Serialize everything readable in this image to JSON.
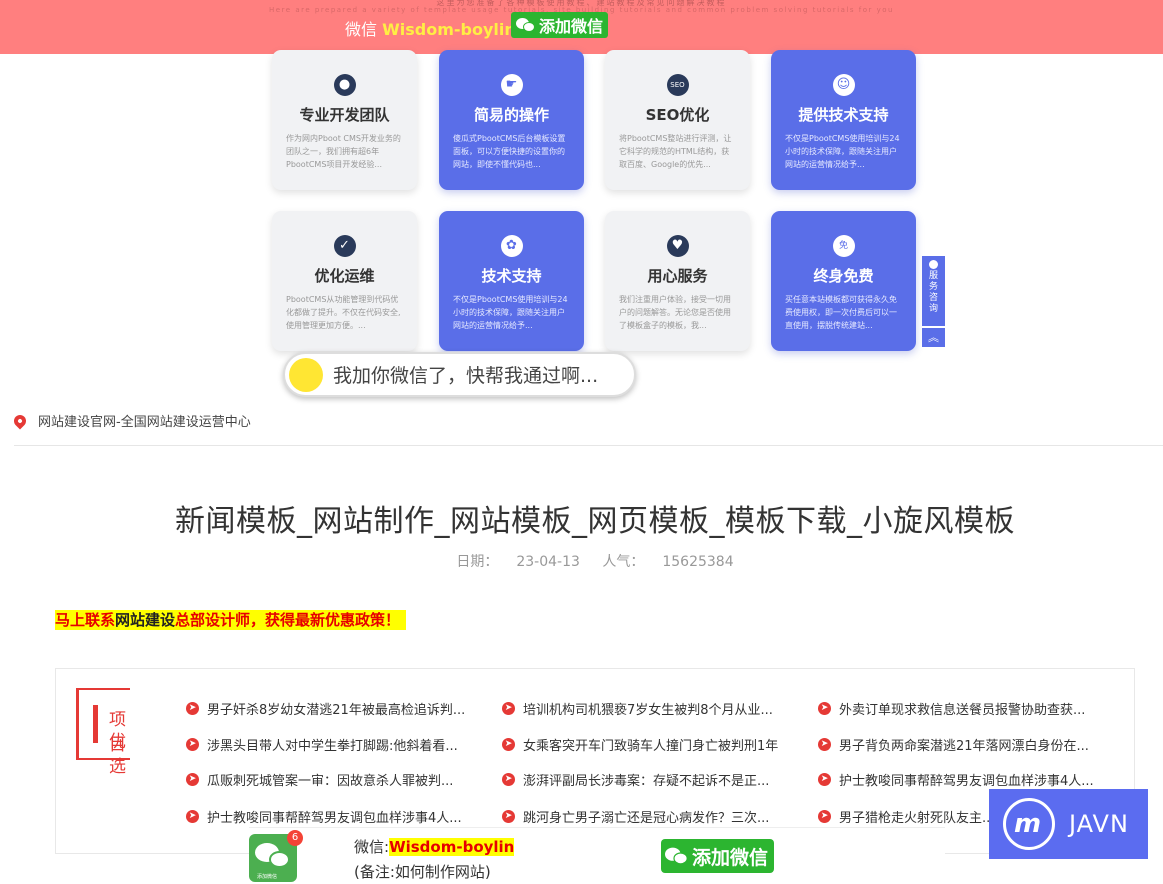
{
  "top_banner": {
    "faint_line_1": "这里为您准备了各种模板使用教程、建站教程及常见问题解决教程",
    "faint_line_2": "Here are prepared a variety of template usage tutorials, site building tutorials and common problem solving tutorials for you",
    "wechat_label": "微信",
    "wechat_id": "Wisdom-boylin",
    "add_button": "添加微信",
    "color": "#ff7f7f"
  },
  "features": [
    {
      "title": "专业开发团队",
      "desc": "作为网内Pboot CMS开发业务的团队之一，我们拥有超6年PbootCMS项目开发经验...",
      "icon": "team-icon",
      "style": "gray"
    },
    {
      "title": "简易的操作",
      "desc": "傻瓜式PbootCMS后台模板设置面板，可以方便快捷的设置你的网站，即使不懂代码也...",
      "icon": "pointer-icon",
      "style": "blue"
    },
    {
      "title": "SEO优化",
      "desc": "将PbootCMS整站进行评测，让它科学的规范的HTML结构，获取百度、Google的优先...",
      "icon": "seo-icon",
      "style": "gray"
    },
    {
      "title": "提供技术支持",
      "desc": "不仅是PbootCMS使用培训与24小时的技术保障，跟随关注用户网站的运营情况给予...",
      "icon": "support-user-icon",
      "style": "blue"
    },
    {
      "title": "优化运维",
      "desc": "PbootCMS从功能管理到代码优化都做了提升。不仅在代码安全,使用管理更加方便。...",
      "icon": "shield-icon",
      "style": "gray"
    },
    {
      "title": "技术支持",
      "desc": "不仅是PbootCMS使用培训与24小时的技术保障，跟随关注用户网站的运营情况给予...",
      "icon": "palette-icon",
      "style": "blue"
    },
    {
      "title": "用心服务",
      "desc": "我们注重用户体验，接受一切用户的问题解答。无论您是否使用了模板盒子的模板，我...",
      "icon": "heart-user-icon",
      "style": "gray"
    },
    {
      "title": "终身免费",
      "desc": "买任意本站模板都可获得永久免费使用权，即一次付费后可以一直使用，摆脱传统建站...",
      "icon": "free-icon",
      "style": "blue"
    }
  ],
  "side": {
    "consult": "服务咨询",
    "top": "︽"
  },
  "chat_bubble": "我加你微信了，快帮我通过啊...",
  "breadcrumb": "网站建设官网-全国网站建设运营中心",
  "article": {
    "title": "新闻模板_网站制作_网站模板_网页模板_模板下载_小旋风模板",
    "date_label": "日期：",
    "date": "23-04-13",
    "views_label": "人气：",
    "views": "15625384"
  },
  "promo": {
    "part1": "马上联系",
    "part2": "网站建设",
    "part3": "总部设计师，获得最新优惠政策！"
  },
  "projects": {
    "logo_line1": "项目",
    "logo_line2": "优选",
    "items": [
      "男子奸杀8岁幼女潜逃21年被最高检追诉判...",
      "培训机构司机猥亵7岁女生被判8个月从业...",
      "外卖订单现求救信息送餐员报警协助查获...",
      "涉黑头目带人对中学生拳打脚踢:他斜着看...",
      "女乘客突开车门致骑车人撞门身亡被判刑1年",
      "男子背负两命案潜逃21年落网漂白身份在...",
      "瓜贩刺死城管案一审：因故意杀人罪被判...",
      "澎湃评副局长涉毒案：存疑不起诉不是正...",
      "护士教唆同事帮醉驾男友调包血样涉事4人...",
      "护士教唆同事帮醉驾男友调包血样涉事4人...",
      "跳河身亡男子溺亡还是冠心病发作？三次...",
      "男子猎枪走火射死队友主..."
    ]
  },
  "bottom_bar": {
    "wechat_label": "微信:",
    "wechat_id": "Wisdom-boylin",
    "note": "(备注:如何制作网站)",
    "add_button": "添加微信",
    "app_badge": "6",
    "app_caption": "添加微信"
  },
  "watermark": {
    "name": "JAVN",
    "color": "#5b6cf0"
  }
}
